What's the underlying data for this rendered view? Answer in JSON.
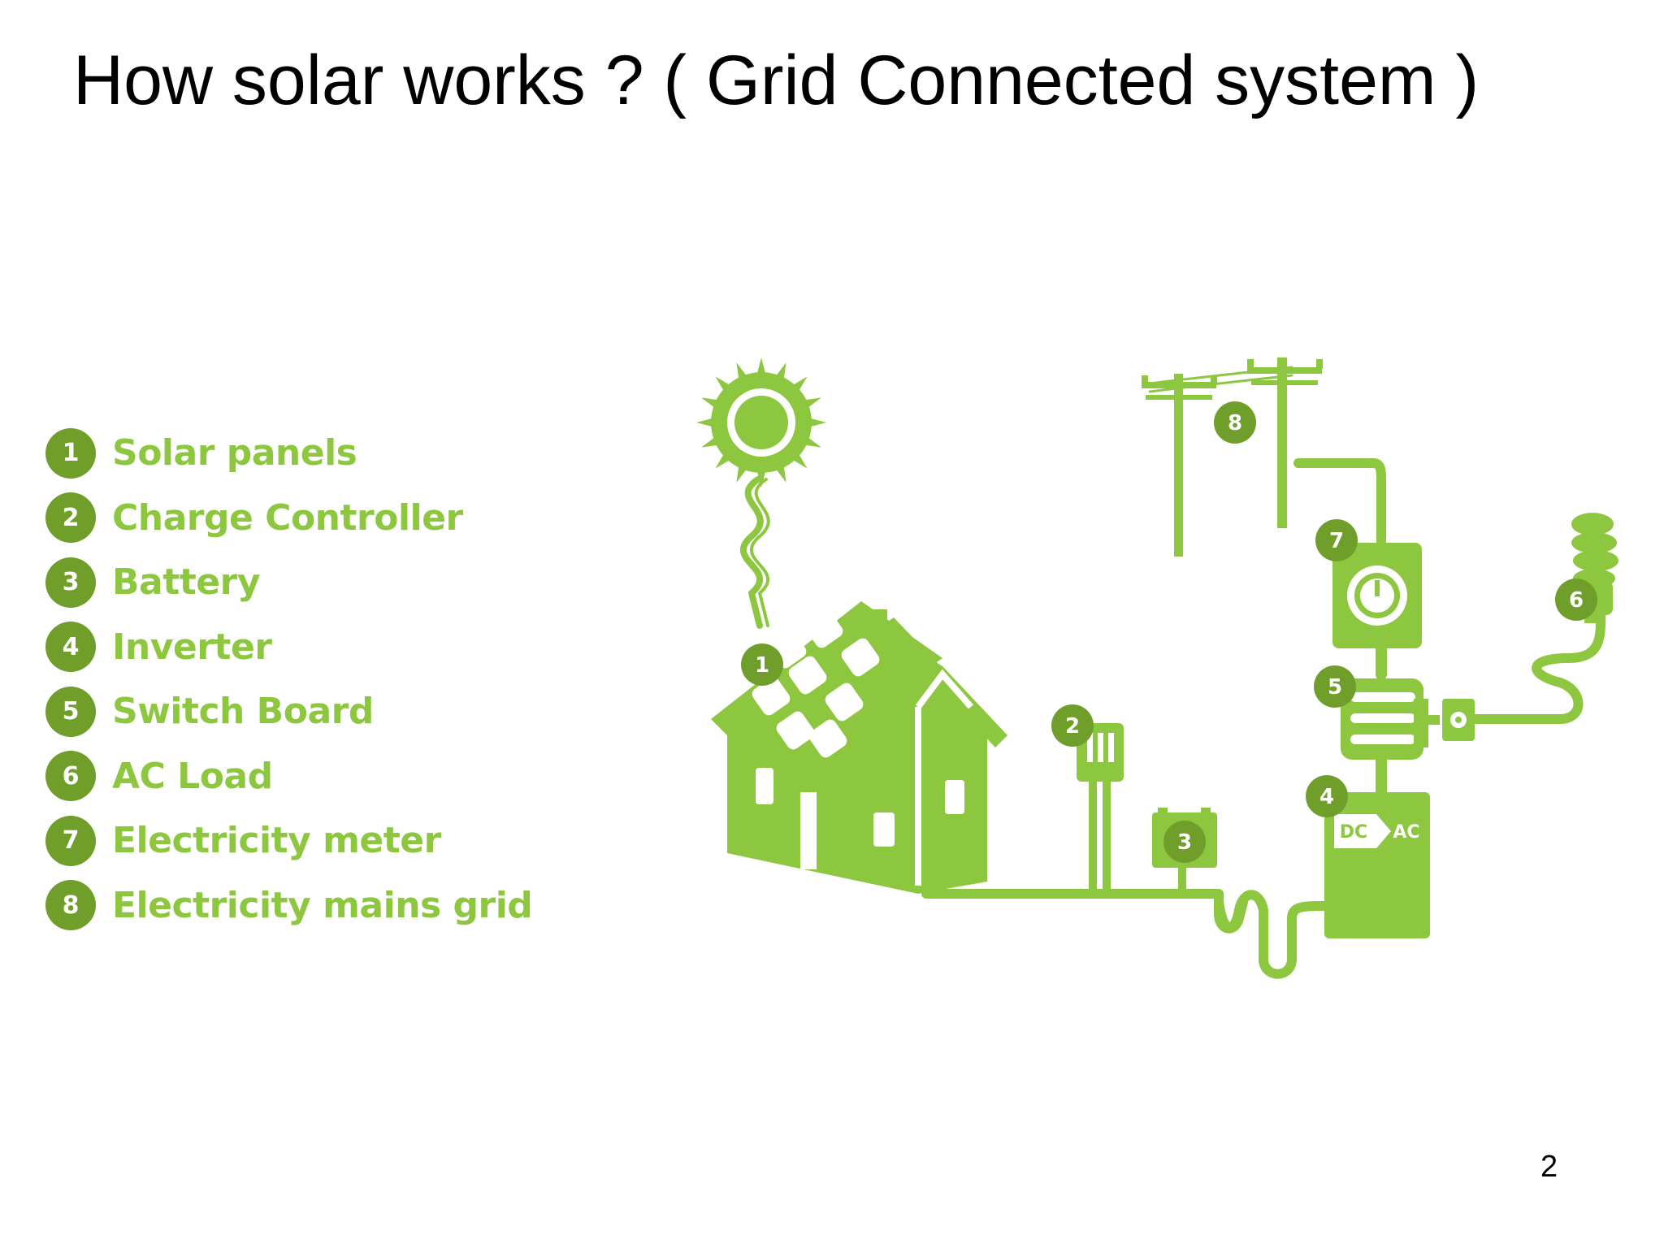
{
  "slide": {
    "title": "How solar works ? ( Grid Connected system )",
    "page_number": "2"
  },
  "colors": {
    "accent_green": "#8dc63f",
    "badge_green": "#6f9f2a",
    "text": "#000000"
  },
  "legend": {
    "items": [
      {
        "number": "1",
        "label": "Solar panels"
      },
      {
        "number": "2",
        "label": "Charge Controller"
      },
      {
        "number": "3",
        "label": "Battery"
      },
      {
        "number": "4",
        "label": "Inverter"
      },
      {
        "number": "5",
        "label": "Switch Board"
      },
      {
        "number": "6",
        "label": "AC Load"
      },
      {
        "number": "7",
        "label": "Electricity meter"
      },
      {
        "number": "8",
        "label": "Electricity mains grid"
      }
    ]
  },
  "diagram": {
    "badges": {
      "solar_panels": "1",
      "charge_controller": "2",
      "battery": "3",
      "inverter": "4",
      "switch_board": "5",
      "ac_load": "6",
      "meter": "7",
      "grid": "8"
    },
    "inverter_labels": {
      "dc": "DC",
      "ac": "AC"
    },
    "icons": [
      "sun-icon",
      "house-icon",
      "solar-panel-icon",
      "charge-controller-icon",
      "battery-icon",
      "inverter-icon",
      "switch-board-icon",
      "power-outlet-icon",
      "light-bulb-icon",
      "electricity-meter-icon",
      "power-pole-icon"
    ]
  }
}
